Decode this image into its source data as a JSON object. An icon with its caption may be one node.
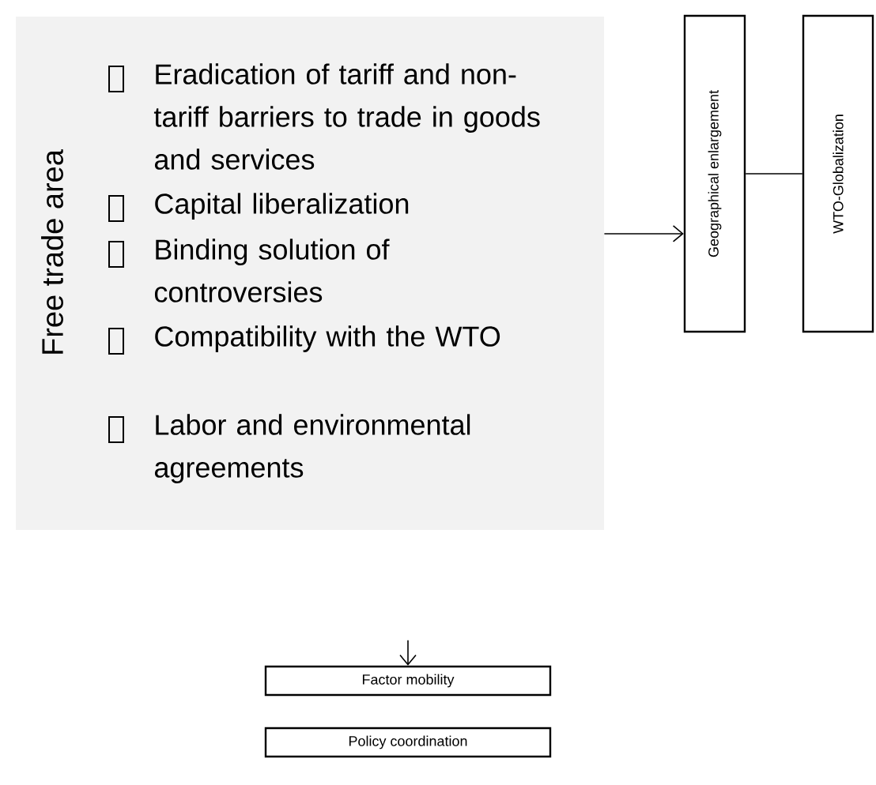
{
  "diagram": {
    "nodes": [
      {
        "text": [
          "Free trade area",
          "Eradication of tariff and non-tariff barriers to trade in goods and services",
          "Capital liberalization",
          "Binding solution of controversies",
          "Compatibility with the WTO",
          "Labor and environmental agreements"
        ]
      },
      {
        "text": [
          "Geographical enlargement"
        ]
      },
      {
        "text": [
          "WTO-Globalization"
        ]
      },
      {
        "text": [
          "Factor mobility"
        ]
      },
      {
        "text": [
          "Policy coordination"
        ]
      }
    ],
    "edges": [
      {
        "from": 0,
        "to": 1,
        "arrow": "to"
      },
      {
        "from": 1,
        "to": 2,
        "arrow": "none"
      },
      {
        "from": null,
        "to": 3,
        "arrow": "to"
      }
    ]
  }
}
